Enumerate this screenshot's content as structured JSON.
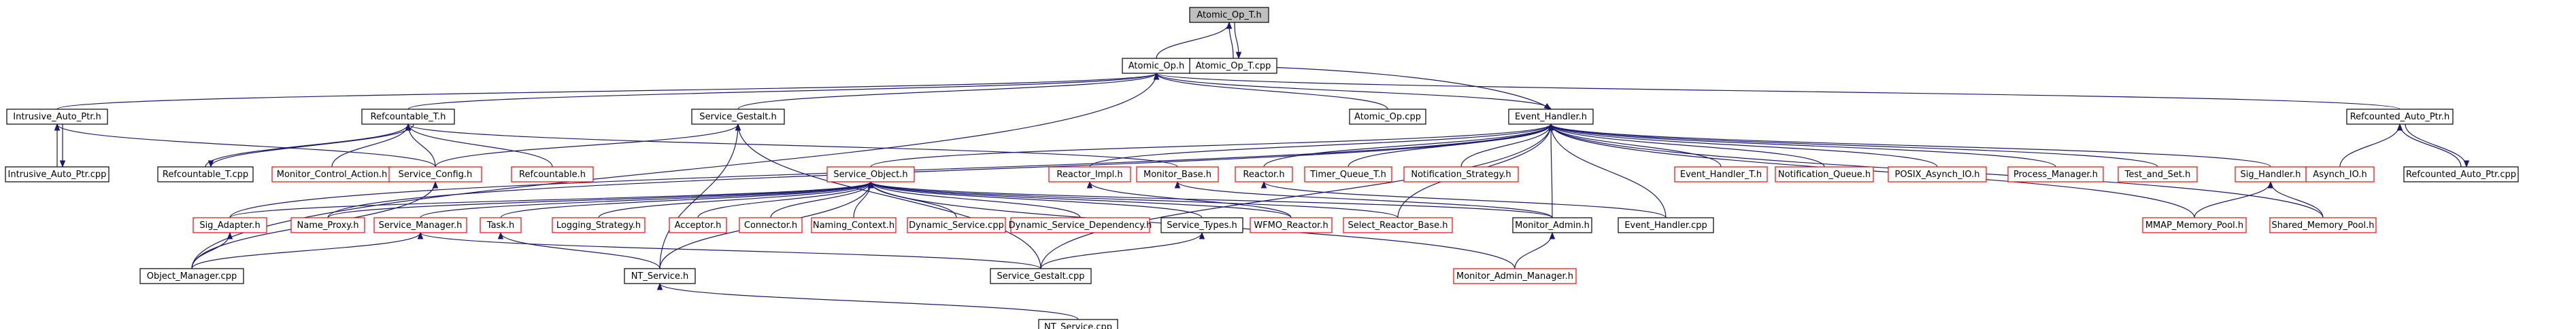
{
  "colors": {
    "root_fill": "#bfbfbf",
    "node_fill": "#ffffff",
    "border_normal": "#000000",
    "border_truncated": "#ff0000",
    "edge": "#191970"
  },
  "nodes": [
    {
      "id": "atomic_op_t_h",
      "label": "Atomic_Op_T.h",
      "root": true
    },
    {
      "id": "atomic_op_h",
      "label": "Atomic_Op.h"
    },
    {
      "id": "atomic_op_t_cpp",
      "label": "Atomic_Op_T.cpp"
    },
    {
      "id": "intrusive_auto_ptr_h",
      "label": "Intrusive_Auto_Ptr.h"
    },
    {
      "id": "intrusive_auto_ptr_cpp",
      "label": "Intrusive_Auto_Ptr.cpp"
    },
    {
      "id": "refcountable_t_h",
      "label": "Refcountable_T.h"
    },
    {
      "id": "refcountable_t_cpp",
      "label": "Refcountable_T.cpp"
    },
    {
      "id": "monitor_control_action_h",
      "label": "Monitor_Control_Action.h",
      "truncated": true
    },
    {
      "id": "service_config_h",
      "label": "Service_Config.h",
      "truncated": true
    },
    {
      "id": "refcountable_h",
      "label": "Refcountable.h",
      "truncated": true
    },
    {
      "id": "service_gestalt_h",
      "label": "Service_Gestalt.h"
    },
    {
      "id": "event_handler_h",
      "label": "Event_Handler.h"
    },
    {
      "id": "atomic_op_cpp",
      "label": "Atomic_Op.cpp"
    },
    {
      "id": "refcounted_auto_ptr_h",
      "label": "Refcounted_Auto_Ptr.h"
    },
    {
      "id": "asynch_io_h",
      "label": "Asynch_IO.h",
      "truncated": true
    },
    {
      "id": "refcounted_auto_ptr_cpp",
      "label": "Refcounted_Auto_Ptr.cpp"
    },
    {
      "id": "service_object_h",
      "label": "Service_Object.h",
      "truncated": true
    },
    {
      "id": "reactor_impl_h",
      "label": "Reactor_Impl.h",
      "truncated": true
    },
    {
      "id": "monitor_base_h",
      "label": "Monitor_Base.h",
      "truncated": true
    },
    {
      "id": "reactor_h",
      "label": "Reactor.h",
      "truncated": true
    },
    {
      "id": "timer_queue_t_h",
      "label": "Timer_Queue_T.h",
      "truncated": true
    },
    {
      "id": "notification_strategy_h",
      "label": "Notification_Strategy.h",
      "truncated": true
    },
    {
      "id": "event_handler_t_h",
      "label": "Event_Handler_T.h",
      "truncated": true
    },
    {
      "id": "notification_queue_h",
      "label": "Notification_Queue.h",
      "truncated": true
    },
    {
      "id": "posix_asynch_io_h",
      "label": "POSIX_Asynch_IO.h",
      "truncated": true
    },
    {
      "id": "process_manager_h",
      "label": "Process_Manager.h",
      "truncated": true
    },
    {
      "id": "test_and_set_h",
      "label": "Test_and_Set.h",
      "truncated": true
    },
    {
      "id": "sig_handler_h",
      "label": "Sig_Handler.h",
      "truncated": true
    },
    {
      "id": "sig_adapter_h",
      "label": "Sig_Adapter.h",
      "truncated": true
    },
    {
      "id": "name_proxy_h",
      "label": "Name_Proxy.h",
      "truncated": true
    },
    {
      "id": "service_manager_h",
      "label": "Service_Manager.h",
      "truncated": true
    },
    {
      "id": "task_h",
      "label": "Task.h",
      "truncated": true
    },
    {
      "id": "logging_strategy_h",
      "label": "Logging_Strategy.h",
      "truncated": true
    },
    {
      "id": "acceptor_h",
      "label": "Acceptor.h",
      "truncated": true
    },
    {
      "id": "connector_h",
      "label": "Connector.h",
      "truncated": true
    },
    {
      "id": "naming_context_h",
      "label": "Naming_Context.h",
      "truncated": true
    },
    {
      "id": "dynamic_service_cpp",
      "label": "Dynamic_Service.cpp",
      "truncated": true
    },
    {
      "id": "dynamic_service_dependency_h",
      "label": "Dynamic_Service_Dependency.h",
      "truncated": true
    },
    {
      "id": "service_types_h",
      "label": "Service_Types.h"
    },
    {
      "id": "wfmo_reactor_h",
      "label": "WFMO_Reactor.h",
      "truncated": true
    },
    {
      "id": "select_reactor_base_h",
      "label": "Select_Reactor_Base.h",
      "truncated": true
    },
    {
      "id": "monitor_admin_h",
      "label": "Monitor_Admin.h"
    },
    {
      "id": "event_handler_cpp",
      "label": "Event_Handler.cpp"
    },
    {
      "id": "mmap_memory_pool_h",
      "label": "MMAP_Memory_Pool.h",
      "truncated": true
    },
    {
      "id": "shared_memory_pool_h",
      "label": "Shared_Memory_Pool.h",
      "truncated": true
    },
    {
      "id": "object_manager_cpp",
      "label": "Object_Manager.cpp"
    },
    {
      "id": "nt_service_h",
      "label": "NT_Service.h"
    },
    {
      "id": "service_gestalt_cpp",
      "label": "Service_Gestalt.cpp"
    },
    {
      "id": "monitor_admin_manager_h",
      "label": "Monitor_Admin_Manager.h",
      "truncated": true
    },
    {
      "id": "nt_service_cpp",
      "label": "NT_Service.cpp"
    }
  ]
}
